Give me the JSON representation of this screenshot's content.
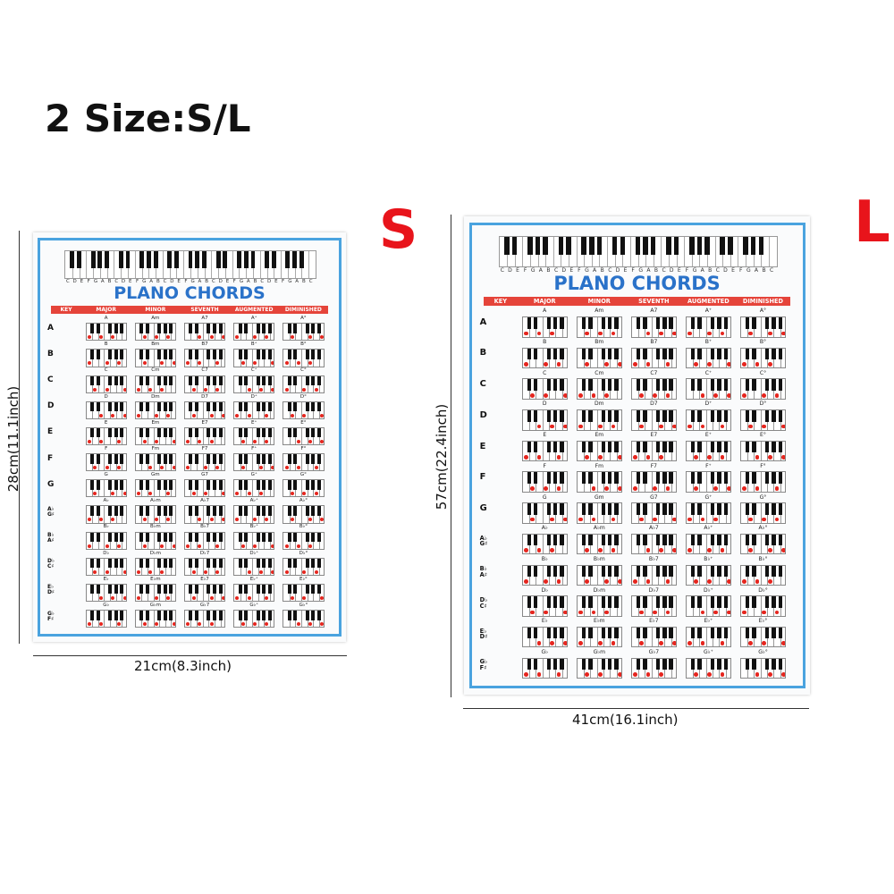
{
  "headline": "2 Size:S/L",
  "sizes": {
    "small": "S",
    "large": "L"
  },
  "colors": {
    "accent_red": "#e8141b",
    "title_blue": "#2a72c9",
    "frame_blue": "#4aa3df",
    "header_red": "#e5443a",
    "dot_red": "#e5261f"
  },
  "dimensions": {
    "small_height": "28cm(11.1inch)",
    "small_width": "21cm(8.3inch)",
    "large_height": "57cm(22.4inch)",
    "large_width": "41cm(16.1inch)"
  },
  "poster": {
    "title": "PLANO CHORDS",
    "note_letters": [
      "C",
      "D",
      "E",
      "F",
      "G",
      "A",
      "B",
      "C",
      "D",
      "E",
      "F",
      "G",
      "A",
      "B",
      "C",
      "D",
      "E",
      "F",
      "G",
      "A",
      "B",
      "C",
      "D",
      "E",
      "F",
      "G",
      "A",
      "B",
      "C",
      "D",
      "E",
      "F",
      "G",
      "A",
      "B",
      "C"
    ],
    "headers": [
      "KEY",
      "MAJOR",
      "MINOR",
      "SEVENTH",
      "AUGMENTED",
      "DIMINISHED"
    ],
    "keys": [
      "A",
      "B",
      "C",
      "D",
      "E",
      "F",
      "G",
      "A♭\nG♯",
      "B♭\nA♯",
      "D♭\nC♯",
      "E♭\nD♯",
      "G♭\nF♯"
    ],
    "chords": [
      [
        "A",
        "Am",
        "A7",
        "A⁺",
        "A°"
      ],
      [
        "B",
        "Bm",
        "B7",
        "B⁺",
        "B°"
      ],
      [
        "C",
        "Cm",
        "C7",
        "C⁺",
        "C°"
      ],
      [
        "D",
        "Dm",
        "D7",
        "D⁺",
        "D°"
      ],
      [
        "E",
        "Em",
        "E7",
        "E⁺",
        "E°"
      ],
      [
        "F",
        "Fm",
        "F7",
        "F⁺",
        "F°"
      ],
      [
        "G",
        "Gm",
        "G7",
        "G⁺",
        "G°"
      ],
      [
        "A♭",
        "A♭m",
        "A♭7",
        "A♭⁺",
        "A♭°"
      ],
      [
        "B♭",
        "B♭m",
        "B♭7",
        "B♭⁺",
        "B♭°"
      ],
      [
        "D♭",
        "D♭m",
        "D♭7",
        "D♭⁺",
        "D♭°"
      ],
      [
        "E♭",
        "E♭m",
        "E♭7",
        "E♭⁺",
        "E♭°"
      ],
      [
        "G♭",
        "G♭m",
        "G♭7",
        "G♭⁺",
        "G♭°"
      ]
    ]
  }
}
